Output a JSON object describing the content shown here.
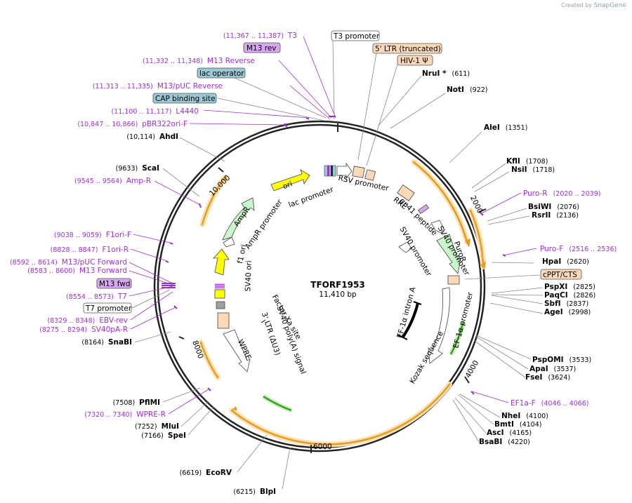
{
  "credit": {
    "prefix": "Created by",
    "brand": "SnapGene"
  },
  "plasmid": {
    "name": "TFORF1953",
    "size": "11,410 bp"
  },
  "ticks": [
    "2000",
    "4000",
    "6000",
    "8000",
    "10,000"
  ],
  "boxed_labels": [
    {
      "text": "T3 promoter",
      "fill": "#ffffff"
    },
    {
      "text": "5' LTR (truncated)",
      "fill": "#fbd9b8"
    },
    {
      "text": "HIV-1 Ψ",
      "fill": "#fbd9b8"
    },
    {
      "text": "M13 rev",
      "fill": "#d9a6f0"
    },
    {
      "text": "lac operator",
      "fill": "#9cc8d6"
    },
    {
      "text": "CAP binding site",
      "fill": "#9cc8d6"
    },
    {
      "text": "cPPT/CTS",
      "fill": "#fbd9b8"
    },
    {
      "text": "M13 fwd",
      "fill": "#d9a6f0"
    },
    {
      "text": "T7 promoter",
      "fill": "#ffffff"
    }
  ],
  "primers_left": [
    {
      "range": "(11,367 .. 11,387)",
      "name": "T3"
    },
    {
      "range": "(11,332 .. 11,348)",
      "name": "M13 Reverse"
    },
    {
      "range": "(11,313 .. 11,335)",
      "name": "M13/pUC Reverse"
    },
    {
      "range": "(11,100 .. 11,117)",
      "name": "L4440"
    },
    {
      "range": "(10,847 .. 10,866)",
      "name": "pBR322ori-F"
    },
    {
      "range": "(9545 .. 9564)",
      "name": "Amp-R"
    },
    {
      "range": "(9038 .. 9059)",
      "name": "F1ori-F"
    },
    {
      "range": "(8828 .. 8847)",
      "name": "F1ori-R"
    },
    {
      "range": "(8592 .. 8614)",
      "name": "M13/pUC Forward"
    },
    {
      "range": "(8583 .. 8600)",
      "name": "M13 Forward"
    },
    {
      "range": "(8554 .. 8573)",
      "name": "T7"
    },
    {
      "range": "(8329 .. 8348)",
      "name": "EBV-rev"
    },
    {
      "range": "(8275 .. 8294)",
      "name": "SV40pA-R"
    },
    {
      "range": "(7320 .. 7340)",
      "name": "WPRE-R"
    }
  ],
  "primers_right": [
    {
      "name": "Puro-R",
      "range": "(2020 .. 2039)"
    },
    {
      "name": "Puro-F",
      "range": "(2516 .. 2536)"
    },
    {
      "name": "EF1a-F",
      "range": "(4046 .. 4066)"
    }
  ],
  "enzymes_left": [
    {
      "pos": "(10,114)",
      "name": "AhdI"
    },
    {
      "pos": "(9633)",
      "name": "ScaI"
    },
    {
      "pos": "(8164)",
      "name": "SnaBI"
    },
    {
      "pos": "(7508)",
      "name": "PflMI"
    },
    {
      "pos": "(7252)",
      "name": "MluI"
    },
    {
      "pos": "(7166)",
      "name": "SpeI"
    },
    {
      "pos": "(6619)",
      "name": "EcoRV"
    },
    {
      "pos": "(6215)",
      "name": "BlpI"
    }
  ],
  "enzymes_right": [
    {
      "name": "NruI *",
      "pos": "(611)"
    },
    {
      "name": "NotI",
      "pos": "(922)"
    },
    {
      "name": "AleI",
      "pos": "(1351)"
    },
    {
      "name": "KflI",
      "pos": "(1708)"
    },
    {
      "name": "NsiI",
      "pos": "(1718)"
    },
    {
      "name": "BsiWI",
      "pos": "(2076)"
    },
    {
      "name": "RsrII",
      "pos": "(2136)"
    },
    {
      "name": "HpaI",
      "pos": "(2620)"
    },
    {
      "name": "PspXI",
      "pos": "(2825)"
    },
    {
      "name": "PaqCI",
      "pos": "(2826)"
    },
    {
      "name": "SbfI",
      "pos": "(2837)"
    },
    {
      "name": "AgeI",
      "pos": "(2998)"
    },
    {
      "name": "PspOMI",
      "pos": "(3533)"
    },
    {
      "name": "ApaI",
      "pos": "(3537)"
    },
    {
      "name": "FseI",
      "pos": "(3624)"
    },
    {
      "name": "NheI",
      "pos": "(4100)"
    },
    {
      "name": "BmtI",
      "pos": "(4104)"
    },
    {
      "name": "AscI",
      "pos": "(4165)"
    },
    {
      "name": "BsaBI",
      "pos": "(4220)"
    }
  ],
  "inner_features": [
    "ori",
    "lac promoter",
    "RSV promoter",
    "RRE",
    "gp41 peptide",
    "SV40 promoter",
    "PuroR",
    "SV40 promoter",
    "EF-1α intron A",
    "EF-1α promoter",
    "Kozak sequence",
    "AmpR",
    "AmpR promoter",
    "f1 ori",
    "SV40 ori",
    "Factor Xa site",
    "SV40 poly(A) signal",
    "3' LTR (ΔU3)",
    "WPRE"
  ],
  "colors": {
    "primer": "#9b30d0",
    "orf_arc": "#e59a2a",
    "orf_glow": "#fce3b0",
    "green_arc": "#3f9a26",
    "yellow": "#ffff00",
    "amp_green": "#c9f7c9",
    "ltr": "#fbd9b8"
  }
}
